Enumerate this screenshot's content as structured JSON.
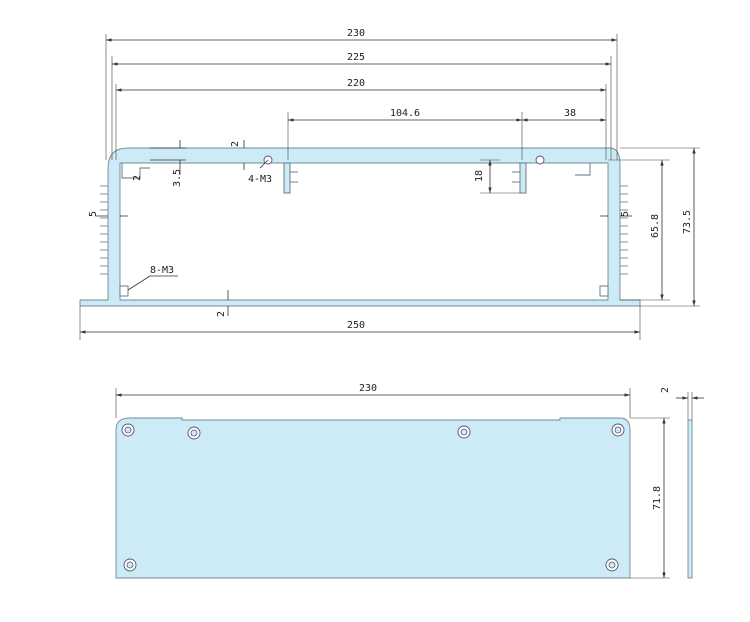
{
  "colors": {
    "part_fill": "#cdeaf7",
    "line": "#333333",
    "outline": "#6f8a96"
  },
  "front_view": {
    "dim_top_width": "230",
    "dim_inner_width_1": "225",
    "dim_inner_width_2": "220",
    "dim_slot_span": "104.6",
    "dim_slot_offset": "38",
    "dim_wall_1": "2",
    "dim_lip_3_5": "3.5",
    "dim_lip_2": "2",
    "dim_screw_note": "4-M3",
    "dim_slot_depth": "18",
    "dim_fin_left": "5",
    "dim_fin_right": "5",
    "dim_inner_height": "65.8",
    "dim_total_height": "73.5",
    "dim_base_screws": "8-M3",
    "dim_base_thickness": "2",
    "dim_base_width": "250"
  },
  "end_plate": {
    "dim_width": "230",
    "dim_height": "71.8",
    "dim_thickness": "2"
  }
}
